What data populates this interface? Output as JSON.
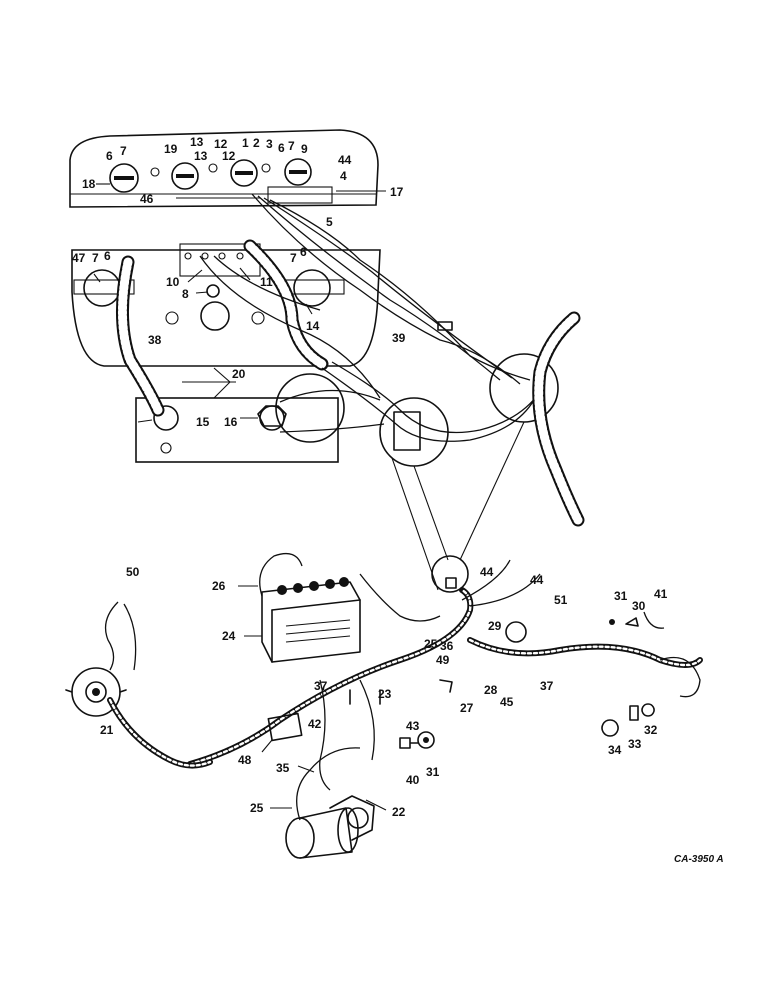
{
  "drawing_code": "CA-3950 A",
  "callouts": [
    {
      "id": "c18",
      "text": "18"
    },
    {
      "id": "c6a",
      "text": "6"
    },
    {
      "id": "c7a",
      "text": "7"
    },
    {
      "id": "c19",
      "text": "19"
    },
    {
      "id": "c13a",
      "text": "13"
    },
    {
      "id": "c13b",
      "text": "13"
    },
    {
      "id": "c12a",
      "text": "12"
    },
    {
      "id": "c12b",
      "text": "12"
    },
    {
      "id": "c1",
      "text": "1"
    },
    {
      "id": "c2",
      "text": "2"
    },
    {
      "id": "c3",
      "text": "3"
    },
    {
      "id": "c6b",
      "text": "6"
    },
    {
      "id": "c7b",
      "text": "7"
    },
    {
      "id": "c9",
      "text": "9"
    },
    {
      "id": "c44a",
      "text": "44"
    },
    {
      "id": "c4",
      "text": "4"
    },
    {
      "id": "c46",
      "text": "46"
    },
    {
      "id": "c17",
      "text": "17"
    },
    {
      "id": "c5",
      "text": "5"
    },
    {
      "id": "c47",
      "text": "47"
    },
    {
      "id": "c7c",
      "text": "7"
    },
    {
      "id": "c6c",
      "text": "6"
    },
    {
      "id": "c10",
      "text": "10"
    },
    {
      "id": "c11",
      "text": "11"
    },
    {
      "id": "c7d",
      "text": "7"
    },
    {
      "id": "c6d",
      "text": "6"
    },
    {
      "id": "c8",
      "text": "8"
    },
    {
      "id": "c14",
      "text": "14"
    },
    {
      "id": "c39",
      "text": "39"
    },
    {
      "id": "c38",
      "text": "38"
    },
    {
      "id": "c20",
      "text": "20"
    },
    {
      "id": "c15",
      "text": "15"
    },
    {
      "id": "c16",
      "text": "16"
    },
    {
      "id": "c50",
      "text": "50"
    },
    {
      "id": "c26",
      "text": "26"
    },
    {
      "id": "c24",
      "text": "24"
    },
    {
      "id": "c44b",
      "text": "44"
    },
    {
      "id": "c44c",
      "text": "44"
    },
    {
      "id": "c51",
      "text": "51"
    },
    {
      "id": "c31a",
      "text": "31"
    },
    {
      "id": "c30",
      "text": "30"
    },
    {
      "id": "c41",
      "text": "41"
    },
    {
      "id": "c36",
      "text": "36"
    },
    {
      "id": "c29",
      "text": "29"
    },
    {
      "id": "c25a",
      "text": "25"
    },
    {
      "id": "c49",
      "text": "49"
    },
    {
      "id": "c37a",
      "text": "37"
    },
    {
      "id": "c37b",
      "text": "37"
    },
    {
      "id": "c23",
      "text": "23"
    },
    {
      "id": "c28",
      "text": "28"
    },
    {
      "id": "c45",
      "text": "45"
    },
    {
      "id": "c27",
      "text": "27"
    },
    {
      "id": "c21",
      "text": "21"
    },
    {
      "id": "c42",
      "text": "42"
    },
    {
      "id": "c43",
      "text": "43"
    },
    {
      "id": "c48",
      "text": "48"
    },
    {
      "id": "c35",
      "text": "35"
    },
    {
      "id": "c40",
      "text": "40"
    },
    {
      "id": "c31b",
      "text": "31"
    },
    {
      "id": "c34",
      "text": "34"
    },
    {
      "id": "c33",
      "text": "33"
    },
    {
      "id": "c32",
      "text": "32"
    },
    {
      "id": "c25b",
      "text": "25"
    },
    {
      "id": "c22",
      "text": "22"
    }
  ]
}
